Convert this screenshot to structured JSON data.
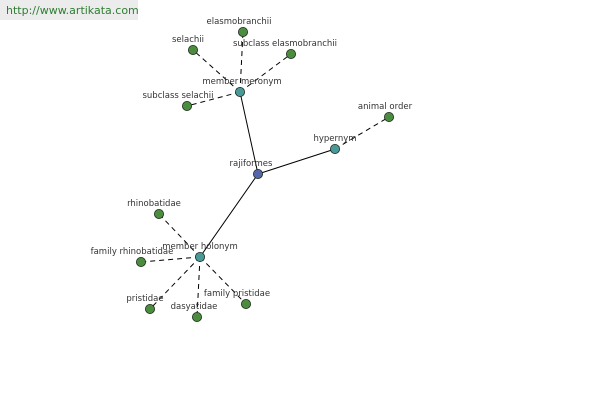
{
  "header": {
    "url": "http://www.artikata.com"
  },
  "graph": {
    "colors": {
      "center": "#5566aa",
      "relation": "#4a9999",
      "leaf": "#4c8c3f",
      "stroke": "#1a2a1a",
      "edge": "#000000"
    },
    "nodes": [
      {
        "id": "rajiformes",
        "label": "rajiformes",
        "kind": "center"
      },
      {
        "id": "member-meronym",
        "label": "member meronym",
        "kind": "relation"
      },
      {
        "id": "hypernym",
        "label": "hypernym",
        "kind": "relation"
      },
      {
        "id": "member-holonym",
        "label": "member holonym",
        "kind": "relation"
      },
      {
        "id": "elasmobranchii",
        "label": "elasmobranchii",
        "kind": "leaf"
      },
      {
        "id": "selachii",
        "label": "selachii",
        "kind": "leaf"
      },
      {
        "id": "subclass-elasmobranchii",
        "label": "subclass elasmobranchii",
        "kind": "leaf"
      },
      {
        "id": "subclass-selachii",
        "label": "subclass selachii",
        "kind": "leaf"
      },
      {
        "id": "animal-order",
        "label": "animal order",
        "kind": "leaf"
      },
      {
        "id": "rhinobatidae",
        "label": "rhinobatidae",
        "kind": "leaf"
      },
      {
        "id": "family-rhinobatidae",
        "label": "family rhinobatidae",
        "kind": "leaf"
      },
      {
        "id": "pristidae",
        "label": "pristidae",
        "kind": "leaf"
      },
      {
        "id": "dasyatidae",
        "label": "dasyatidae",
        "kind": "leaf"
      },
      {
        "id": "family-pristidae",
        "label": "family pristidae",
        "kind": "leaf"
      }
    ],
    "edges": [
      {
        "from": "rajiformes",
        "to": "member-meronym",
        "style": "solid"
      },
      {
        "from": "rajiformes",
        "to": "hypernym",
        "style": "solid"
      },
      {
        "from": "rajiformes",
        "to": "member-holonym",
        "style": "solid"
      },
      {
        "from": "member-meronym",
        "to": "elasmobranchii",
        "style": "dashed"
      },
      {
        "from": "member-meronym",
        "to": "selachii",
        "style": "dashed"
      },
      {
        "from": "member-meronym",
        "to": "subclass-elasmobranchii",
        "style": "dashed"
      },
      {
        "from": "member-meronym",
        "to": "subclass-selachii",
        "style": "dashed"
      },
      {
        "from": "hypernym",
        "to": "animal-order",
        "style": "dashed"
      },
      {
        "from": "member-holonym",
        "to": "rhinobatidae",
        "style": "dashed"
      },
      {
        "from": "member-holonym",
        "to": "family-rhinobatidae",
        "style": "dashed"
      },
      {
        "from": "member-holonym",
        "to": "pristidae",
        "style": "dashed"
      },
      {
        "from": "member-holonym",
        "to": "dasyatidae",
        "style": "dashed"
      },
      {
        "from": "member-holonym",
        "to": "family-pristidae",
        "style": "dashed"
      }
    ]
  }
}
